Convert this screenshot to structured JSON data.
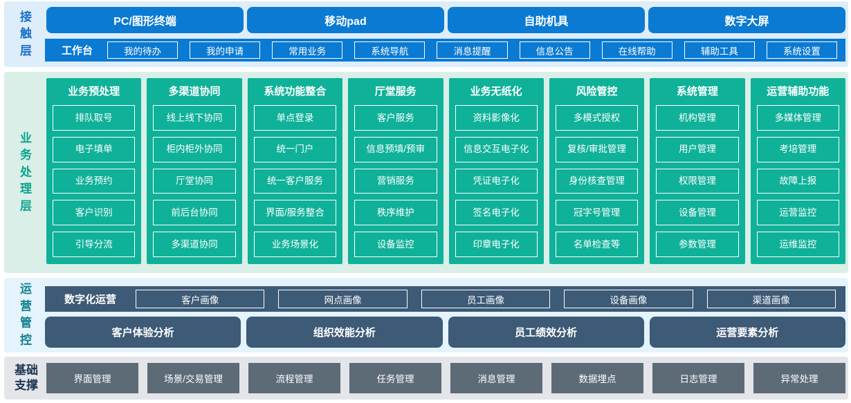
{
  "colors": {
    "primary_blue": "#0b7ad2",
    "teal_green": "#0fb199",
    "slate_blue": "#3d5a76",
    "dark_gray": "#5d6b77",
    "contact_band_bg": "#ddedf9",
    "business_band_bg": "#d9efe8",
    "operations_band_bg": "#e4f3fc",
    "foundation_band_bg": "#e3e5e9",
    "contact_label_color": "#1b6ec9",
    "business_label_color": "#0ca38c",
    "operations_label_color": "#12808e",
    "foundation_label_color": "#1d3350"
  },
  "contact": {
    "label": "接触层",
    "terminals": [
      "PC/图形终端",
      "移动pad",
      "自助机具",
      "数字大屏"
    ],
    "workbench": {
      "label": "工作台",
      "items": [
        "我的待办",
        "我的申请",
        "常用业务",
        "系统导航",
        "消息提醒",
        "信息公告",
        "在线帮助",
        "辅助工具",
        "系统设置"
      ]
    }
  },
  "business": {
    "label": "业务处理层",
    "columns": [
      {
        "title": "业务预处理",
        "items": [
          "排队取号",
          "电子填单",
          "业务预约",
          "客户识别",
          "引导分流"
        ]
      },
      {
        "title": "多渠道协同",
        "items": [
          "线上线下协同",
          "柜内柜外协同",
          "厅堂协同",
          "前后台协同",
          "多渠道协同"
        ]
      },
      {
        "title": "系统功能整合",
        "items": [
          "单点登录",
          "统一门户",
          "统一客户服务",
          "界面/服务整合",
          "业务场景化"
        ]
      },
      {
        "title": "厅堂服务",
        "items": [
          "客户服务",
          "信息预填/预审",
          "营销服务",
          "秩序维护",
          "设备监控"
        ]
      },
      {
        "title": "业务无纸化",
        "items": [
          "资料影像化",
          "信息交互电子化",
          "凭证电子化",
          "签名电子化",
          "印章电子化"
        ]
      },
      {
        "title": "风险管控",
        "items": [
          "多模式授权",
          "复核/审批管理",
          "身份核查管理",
          "冠字号管理",
          "名单检查等"
        ]
      },
      {
        "title": "系统管理",
        "items": [
          "机构管理",
          "用户管理",
          "权限管理",
          "设备管理",
          "参数管理"
        ]
      },
      {
        "title": "运营辅助功能",
        "items": [
          "多媒体管理",
          "考培管理",
          "故障上报",
          "运营监控",
          "运维监控"
        ]
      }
    ]
  },
  "operations": {
    "label": "运营管控",
    "profiles": {
      "label": "数字化运营",
      "items": [
        "客户画像",
        "网点画像",
        "员工画像",
        "设备画像",
        "渠道画像"
      ]
    },
    "analysis": [
      "客户体验分析",
      "组织效能分析",
      "员工绩效分析",
      "运营要素分析"
    ]
  },
  "foundation": {
    "label": "基础支撑",
    "items": [
      "界面管理",
      "场景/交易管理",
      "流程管理",
      "任务管理",
      "消息管理",
      "数据埋点",
      "日志管理",
      "异常处理"
    ]
  }
}
